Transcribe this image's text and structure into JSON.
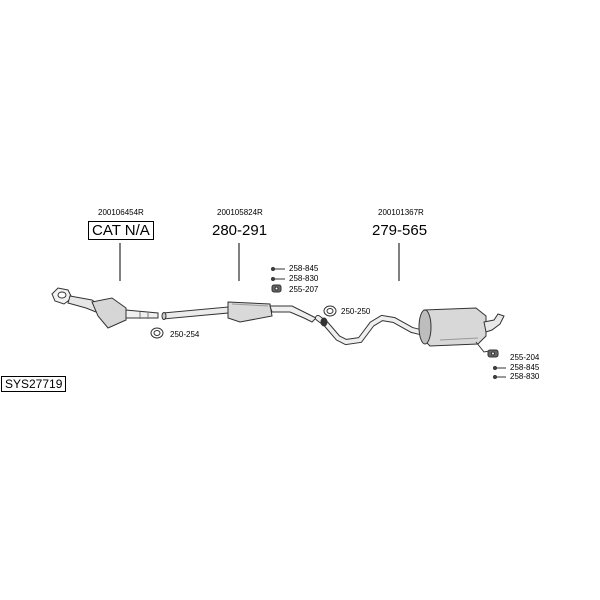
{
  "system_code": "SYS27719",
  "sections": [
    {
      "ref": "200106454R",
      "part": "CAT N/A"
    },
    {
      "ref": "200105824R",
      "part": "280-291"
    },
    {
      "ref": "200101367R",
      "part": "279-565"
    }
  ],
  "small_parts": {
    "p1": "258-845",
    "p2": "258-830",
    "p3": "255-207",
    "p4": "250-250",
    "p5": "250-254",
    "p6": "255-204",
    "p7": "258-845",
    "p8": "258-830"
  }
}
